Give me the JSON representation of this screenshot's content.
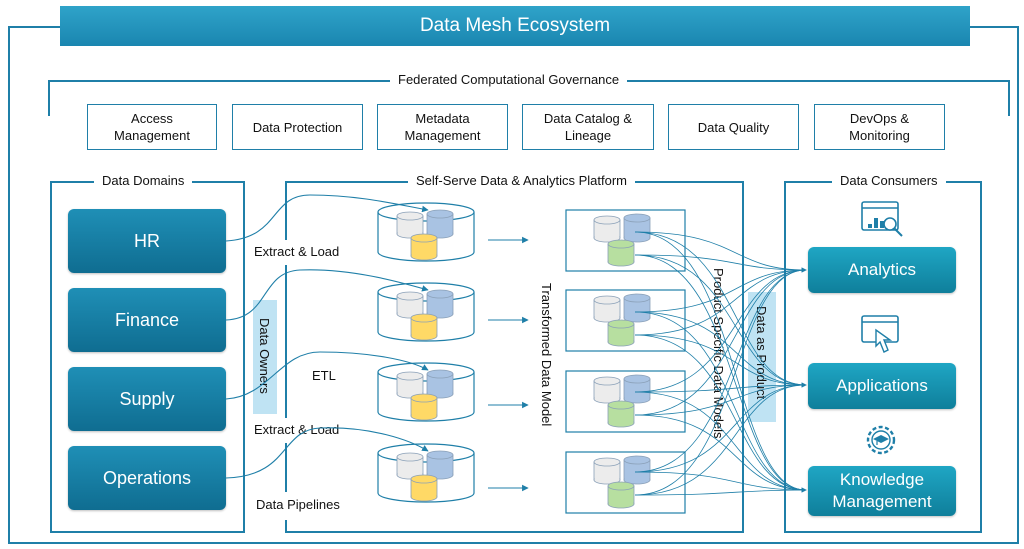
{
  "title": "Data Mesh Ecosystem",
  "governance": {
    "title": "Federated Computational Governance",
    "items": [
      "Access\nManagement",
      "Data Protection",
      "Metadata\nManagement",
      "Data Catalog &\nLineage",
      "Data Quality",
      "DevOps &\nMonitoring"
    ]
  },
  "domains": {
    "title": "Data Domains",
    "items": [
      "HR",
      "Finance",
      "Supply",
      "Operations"
    ]
  },
  "platform": {
    "title": "Self-Serve Data & Analytics Platform",
    "labels": {
      "extract_load_1": "Extract & Load",
      "etl": "ETL",
      "extract_load_2": "Extract & Load",
      "data_pipelines": "Data Pipelines",
      "data_owners": "Data Owners",
      "transformed_model": "Transformed Data Model",
      "product_models": "Product Specific Data Models",
      "data_as_product": "Data as Product"
    }
  },
  "consumers": {
    "title": "Data Consumers",
    "items": [
      "Analytics",
      "Applications",
      "Knowledge\nManagement"
    ],
    "icons": [
      "analytics-report-icon",
      "application-click-icon",
      "knowledge-gear-icon"
    ]
  },
  "colors": {
    "primary": "#1f7fa8",
    "button_dark": "#0f6d91",
    "band": "#bfe3f3",
    "cyl_gray": "#ececec",
    "cyl_blue": "#a9c3e3",
    "cyl_yellow": "#ffd966",
    "cyl_green": "#b7dfa0"
  }
}
